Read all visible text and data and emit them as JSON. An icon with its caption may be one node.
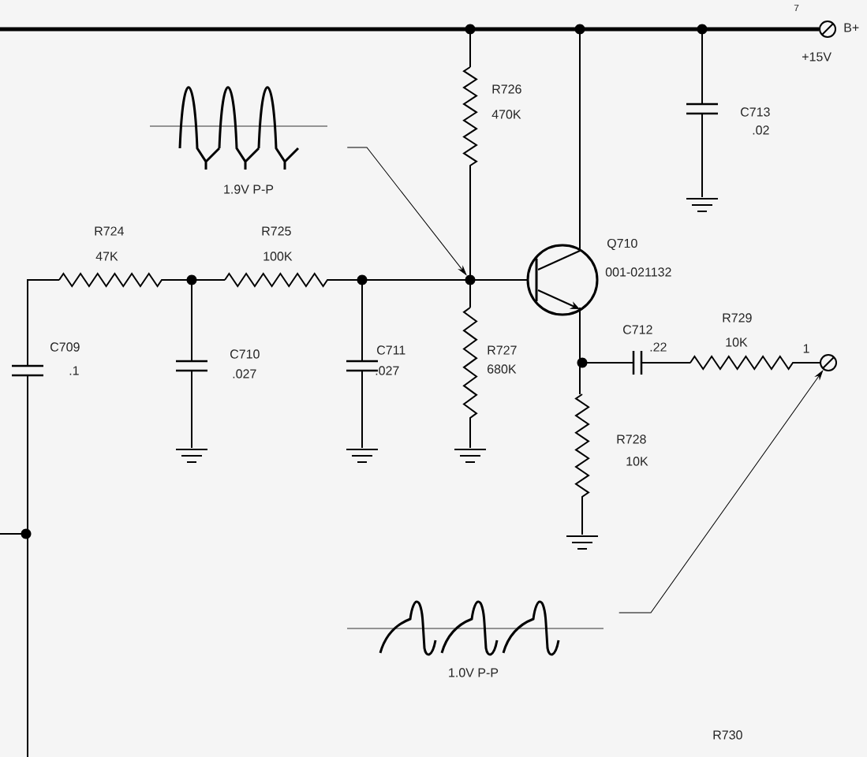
{
  "diagram": {
    "nodes": [
      {
        "text": [],
        "shape": "picture",
        "beside": [
          "1.9V P-P"
        ]
      },
      {
        "text": [],
        "shape": "circle"
      },
      {
        "text": [],
        "shape": "picture",
        "beside": [
          "1.0V P-P"
        ]
      },
      {
        "text": [],
        "shape": "circle",
        "beside": [
          "1"
        ]
      }
    ],
    "edges": [
      {
        "from": 0,
        "to": 1,
        "arrow": "to"
      },
      {
        "from": 2,
        "to": 3,
        "arrow": "to"
      }
    ],
    "labels": [
      "7",
      "B+",
      "+15V",
      "R726",
      "470K",
      "C713",
      ".02",
      "R724",
      "47K",
      "R725",
      "100K",
      "Q710",
      "001-021132",
      "C712",
      ".22",
      "R729",
      "10K",
      "C709",
      ".1",
      "C710",
      ".027",
      "C711",
      ".027",
      "R727",
      "680K",
      "R728",
      "10K",
      "R730"
    ]
  }
}
